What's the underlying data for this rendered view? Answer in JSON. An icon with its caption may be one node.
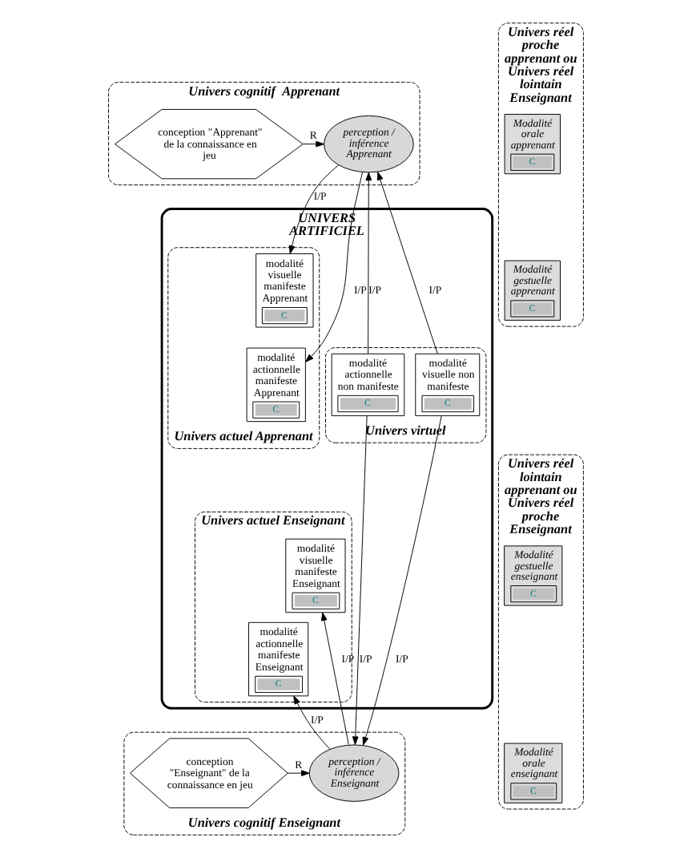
{
  "diagram": {
    "nodes": [
      {
        "text": [
          "Univers cognitif  Apprenant"
        ]
      },
      {
        "text": [
          "perception / inférence Apprenant"
        ],
        "in": 0
      },
      {
        "text": [
          "conception \"Apprenant\" de la connaissance en jeu"
        ],
        "in": 0
      },
      {
        "text": [
          "UNIVERS ARTIFICIEL"
        ]
      },
      {
        "text": [
          "Univers actuel Apprenant"
        ],
        "in": 3
      },
      {
        "text": [
          "modalité actionnelle manifeste Apprenant",
          "C"
        ],
        "in": 4
      },
      {
        "text": [
          "modalité visuelle manifeste Apprenant",
          "C"
        ],
        "in": 4
      },
      {
        "text": [
          "Univers actuel Enseignant"
        ],
        "in": 3
      },
      {
        "text": [
          "modalité actionnelle manifeste Enseignant",
          "C"
        ],
        "in": 7
      },
      {
        "text": [
          "modalité visuelle manifeste Enseignant",
          "C"
        ],
        "in": 7
      },
      {
        "text": [
          "Univers virtuel"
        ],
        "in": 3
      },
      {
        "text": [
          "modalité actionnelle non manifeste",
          "C"
        ],
        "in": 10
      },
      {
        "text": [
          "modalité visuelle non manifeste",
          "C"
        ],
        "in": 10
      },
      {
        "text": [
          "Univers cognitif Enseignant"
        ]
      },
      {
        "text": [
          "perception / inférence Enseignant"
        ],
        "in": 13
      },
      {
        "text": [
          "conception \"Enseignant\" de la connaissance en jeu"
        ],
        "in": 13
      },
      {
        "text": [
          "Univers réel proche apprenant ou Univers réel lointain Enseignant"
        ]
      },
      {
        "text": [
          "Modalité orale apprenant",
          "C"
        ],
        "in": 16
      },
      {
        "text": [
          "Modalité gestuelle apprenant",
          "C"
        ],
        "in": 16
      },
      {
        "text": [
          "Univers réel lointain apprenant ou Univers réel proche Enseignant"
        ]
      },
      {
        "text": [
          "Modalité gestuelle enseignant",
          "C"
        ],
        "in": 19
      },
      {
        "text": [
          "Modalité orale enseignant",
          "C"
        ],
        "in": 19
      }
    ],
    "edges": [
      {
        "from": 2,
        "to": 1,
        "arrow": "to",
        "label": "R"
      },
      {
        "from": 1,
        "to": 5,
        "arrow": "to",
        "label": "I/P"
      },
      {
        "from": 1,
        "to": 6,
        "arrow": "to",
        "label": "I/P"
      },
      {
        "from": 11,
        "to": 1,
        "arrow": "to",
        "label": "I/P"
      },
      {
        "from": 12,
        "to": 1,
        "arrow": "to",
        "label": "I/P"
      },
      {
        "from": 14,
        "to": 8,
        "arrow": "to",
        "label": "I/P"
      },
      {
        "from": 14,
        "to": 9,
        "arrow": "to",
        "label": "I/P"
      },
      {
        "from": 11,
        "to": 14,
        "arrow": "to",
        "label": "I/P"
      },
      {
        "from": 12,
        "to": 14,
        "arrow": "to",
        "label": "I/P"
      },
      {
        "from": 15,
        "to": 14,
        "arrow": "to",
        "label": "R"
      }
    ]
  }
}
